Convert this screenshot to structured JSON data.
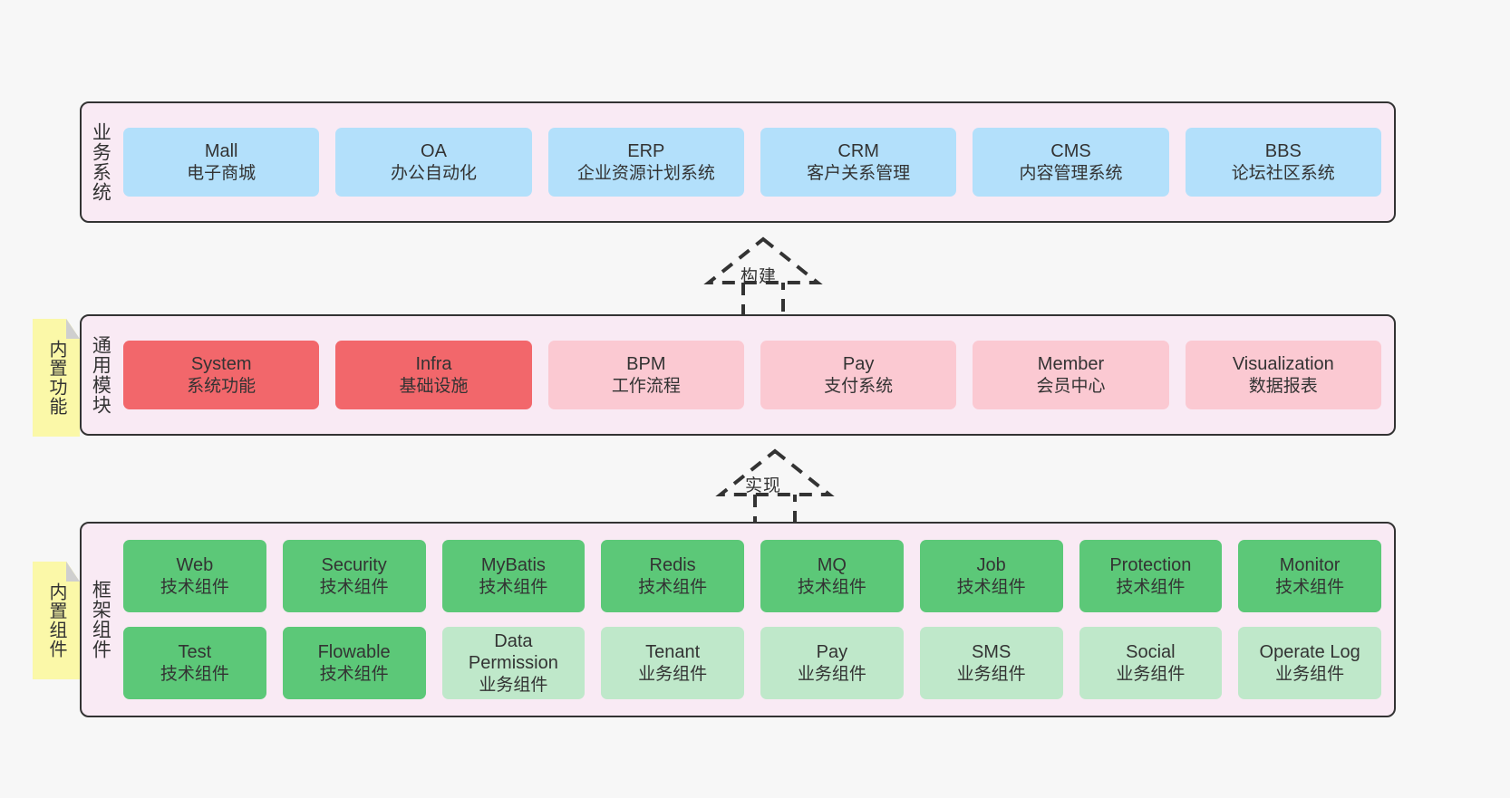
{
  "diagram": {
    "background_color": "#f7f7f7",
    "band_background": "#f9eaf4",
    "band_border": "#333333",
    "sticky_color": "#fbf8a8"
  },
  "bands": [
    {
      "id": "business-system",
      "title": "业务系统",
      "rows": [
        [
          {
            "en": "Mall",
            "cn": "电子商城",
            "color": "#b3e0fb",
            "variant": "c-blue"
          },
          {
            "en": "OA",
            "cn": "办公自动化",
            "color": "#b3e0fb",
            "variant": "c-blue"
          },
          {
            "en": "ERP",
            "cn": "企业资源计划系统",
            "color": "#b3e0fb",
            "variant": "c-blue"
          },
          {
            "en": "CRM",
            "cn": "客户关系管理",
            "color": "#b3e0fb",
            "variant": "c-blue"
          },
          {
            "en": "CMS",
            "cn": "内容管理系统",
            "color": "#b3e0fb",
            "variant": "c-blue"
          },
          {
            "en": "BBS",
            "cn": "论坛社区系统",
            "color": "#b3e0fb",
            "variant": "c-blue"
          }
        ]
      ]
    },
    {
      "id": "common-module",
      "title": "通用模块",
      "sticky": "内置功能",
      "rows": [
        [
          {
            "en": "System",
            "cn": "系统功能",
            "color": "#f2676b",
            "variant": "c-red"
          },
          {
            "en": "Infra",
            "cn": "基础设施",
            "color": "#f2676b",
            "variant": "c-red"
          },
          {
            "en": "BPM",
            "cn": "工作流程",
            "color": "#fbc9d2",
            "variant": "c-pink"
          },
          {
            "en": "Pay",
            "cn": "支付系统",
            "color": "#fbc9d2",
            "variant": "c-pink"
          },
          {
            "en": "Member",
            "cn": "会员中心",
            "color": "#fbc9d2",
            "variant": "c-pink"
          },
          {
            "en": "Visualization",
            "cn": "数据报表",
            "color": "#fbc9d2",
            "variant": "c-pink"
          }
        ]
      ]
    },
    {
      "id": "framework-component",
      "title": "框架组件",
      "sticky": "内置组件",
      "rows": [
        [
          {
            "en": "Web",
            "cn": "技术组件",
            "color": "#5cc878",
            "variant": "c-green"
          },
          {
            "en": "Security",
            "cn": "技术组件",
            "color": "#5cc878",
            "variant": "c-green"
          },
          {
            "en": "MyBatis",
            "cn": "技术组件",
            "color": "#5cc878",
            "variant": "c-green"
          },
          {
            "en": "Redis",
            "cn": "技术组件",
            "color": "#5cc878",
            "variant": "c-green"
          },
          {
            "en": "MQ",
            "cn": "技术组件",
            "color": "#5cc878",
            "variant": "c-green"
          },
          {
            "en": "Job",
            "cn": "技术组件",
            "color": "#5cc878",
            "variant": "c-green"
          },
          {
            "en": "Protection",
            "cn": "技术组件",
            "color": "#5cc878",
            "variant": "c-green"
          },
          {
            "en": "Monitor",
            "cn": "技术组件",
            "color": "#5cc878",
            "variant": "c-green"
          }
        ],
        [
          {
            "en": "Test",
            "cn": "技术组件",
            "color": "#5cc878",
            "variant": "c-green"
          },
          {
            "en": "Flowable",
            "cn": "技术组件",
            "color": "#5cc878",
            "variant": "c-green"
          },
          {
            "en": "Data Permission",
            "cn": "业务组件",
            "color": "#bfe8ca",
            "variant": "c-lightgreen"
          },
          {
            "en": "Tenant",
            "cn": "业务组件",
            "color": "#bfe8ca",
            "variant": "c-lightgreen"
          },
          {
            "en": "Pay",
            "cn": "业务组件",
            "color": "#bfe8ca",
            "variant": "c-lightgreen"
          },
          {
            "en": "SMS",
            "cn": "业务组件",
            "color": "#bfe8ca",
            "variant": "c-lightgreen"
          },
          {
            "en": "Social",
            "cn": "业务组件",
            "color": "#bfe8ca",
            "variant": "c-lightgreen"
          },
          {
            "en": "Operate Log",
            "cn": "业务组件",
            "color": "#bfe8ca",
            "variant": "c-lightgreen"
          }
        ]
      ]
    }
  ],
  "connectors": [
    {
      "id": "build",
      "label": "构建",
      "style": "dashed-hollow-triangle"
    },
    {
      "id": "implement",
      "label": "实现",
      "style": "dashed-hollow-triangle"
    }
  ]
}
